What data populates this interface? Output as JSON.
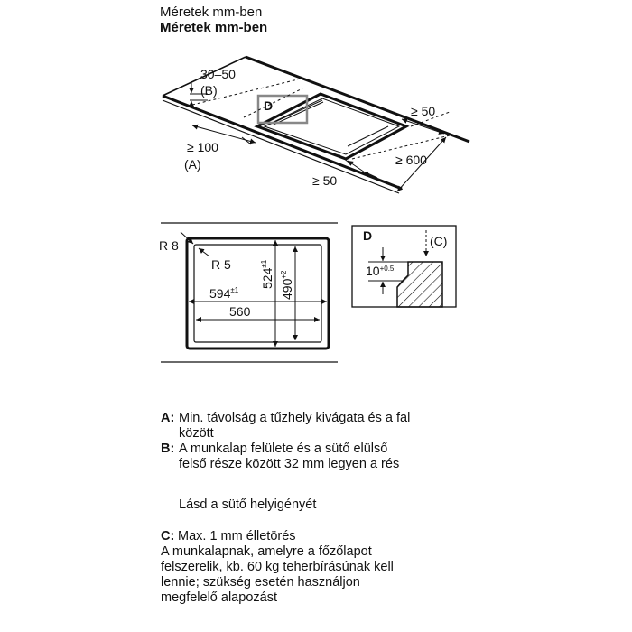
{
  "header": {
    "line1": "Méretek mm-ben",
    "line2": "Méretek mm-ben"
  },
  "top_view": {
    "dim_gap": "30–50",
    "dim_gap_ref": "(B)",
    "dim_back": "≥ 50",
    "dim_front": "≥ 100",
    "dim_front_ref": "(A)",
    "dim_depth": "≥ 600",
    "dim_side": "≥ 50",
    "detail_marker": "D"
  },
  "cutout_view": {
    "corner_radius_outer": "R 8",
    "corner_radius_inner": "R 5",
    "width_outer": "594",
    "width_outer_tol": "±1",
    "width_inner": "560",
    "depth_outer": "524",
    "depth_outer_tol": "±1",
    "depth_inner": "490",
    "depth_inner_tol": "+2"
  },
  "detail_view": {
    "marker": "D",
    "ref": "(C)",
    "dim": "10",
    "dim_tol": "+0.5"
  },
  "legend": {
    "a_key": "A:",
    "a_line1": "Min. távolság a tűzhely kivágata és a fal",
    "a_line2": "között",
    "b_key": "B:",
    "b_line1": "A munkalap felülete és a sütő elülső",
    "b_line2": "felső része között 32 mm legyen a rés",
    "b_note": "Lásd a sütő helyigényét",
    "c_key": "C:",
    "c_line1": "Max. 1 mm élletörés",
    "c_line2": "A munkalapnak, amelyre a főzőlapot",
    "c_line3": "felszerelik, kb. 60 kg teherbírásúnak kell",
    "c_line4": "lennie; szükség esetén használjon",
    "c_line5": "megfelelő alapozást"
  }
}
